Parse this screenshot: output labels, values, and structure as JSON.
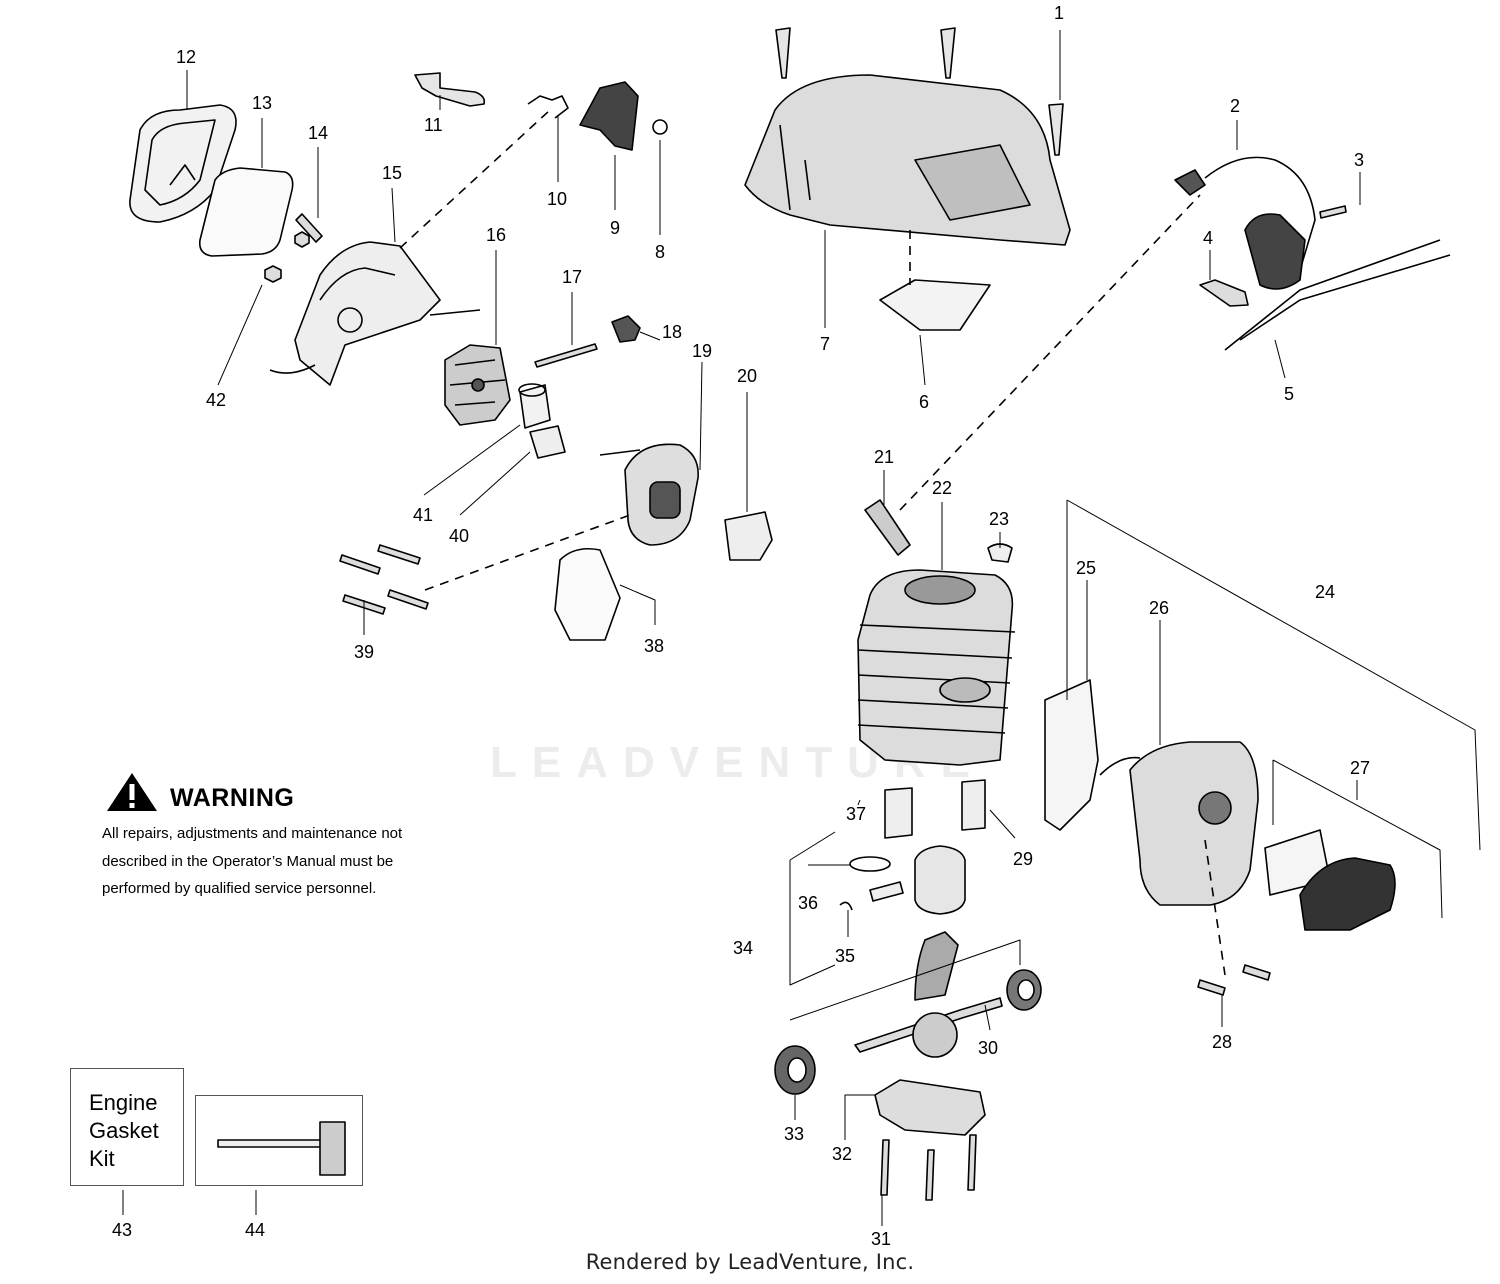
{
  "watermark": "LEADVENTURE",
  "warning": {
    "title": "WARNING",
    "lines": [
      "All repairs, adjustments and maintenance not",
      "described in the Operator’s Manual must be",
      "performed by qualified  service personnel."
    ]
  },
  "kit_box": {
    "lines": [
      "Engine",
      "Gasket",
      "Kit"
    ]
  },
  "footer": "Rendered by LeadVenture, Inc.",
  "callouts": {
    "p1": "1",
    "p2": "2",
    "p3": "3",
    "p4": "4",
    "p5": "5",
    "p6": "6",
    "p7": "7",
    "p8": "8",
    "p9": "9",
    "p10": "10",
    "p11": "11",
    "p12": "12",
    "p13": "13",
    "p14": "14",
    "p15": "15",
    "p16": "16",
    "p17": "17",
    "p18": "18",
    "p19": "19",
    "p20": "20",
    "p21": "21",
    "p22": "22",
    "p23": "23",
    "p24": "24",
    "p25": "25",
    "p26": "26",
    "p27": "27",
    "p28": "28",
    "p29": "29",
    "p30": "30",
    "p31": "31",
    "p32": "32",
    "p33": "33",
    "p34": "34",
    "p35": "35",
    "p36": "36",
    "p37": "37",
    "p38": "38",
    "p39": "39",
    "p40": "40",
    "p41": "41",
    "p42": "42",
    "p43": "43",
    "p44": "44"
  }
}
